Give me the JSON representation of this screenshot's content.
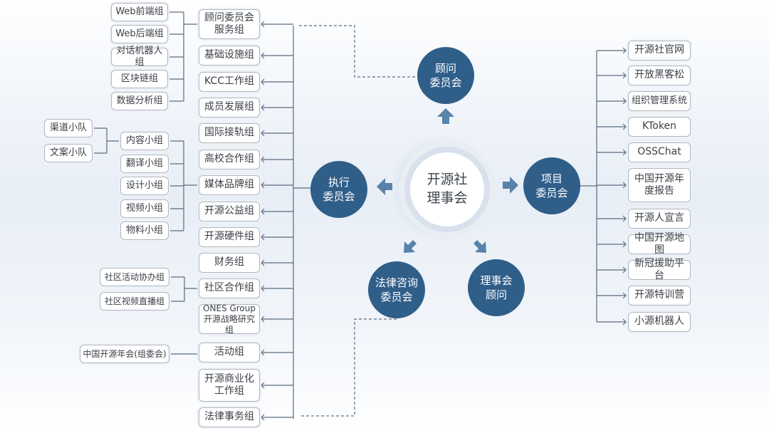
{
  "center": "开源社\n理事会",
  "committees": {
    "advisory": "顾问\n委员会",
    "executive": "执行\n委员会",
    "project": "项目\n委员会",
    "legal": "法律咨询\n委员会",
    "council_advisor": "理事会\n顾问"
  },
  "executive_groups": [
    "顾问委员会\n服务组",
    "基础设施组",
    "KCC工作组",
    "成员发展组",
    "国际接轨组",
    "高校合作组",
    "媒体品牌组",
    "开源公益组",
    "开源硬件组",
    "财务组",
    "社区合作组",
    "ONES Group\n开源战略研究组",
    "活动组",
    "开源商业化\n工作组",
    "法律事务组"
  ],
  "advisory_subgroups": [
    "Web前端组",
    "Web后端组",
    "对话机器人组",
    "区块链组",
    "数据分析组"
  ],
  "media_subgroups": [
    "内容小组",
    "翻译小组",
    "设计小组",
    "视频小组",
    "物料小组"
  ],
  "content_teams": [
    "渠道小队",
    "文案小队"
  ],
  "community_subgroups": [
    "社区活动协办组",
    "社区视频直播组"
  ],
  "event_subgroups": [
    "中国开源年会(组委会)"
  ],
  "projects": [
    "开源社官网",
    "开放黑客松",
    "组织管理系统",
    "KToken",
    "OSSChat",
    "中国开源年\n度报告",
    "开源人宣言",
    "中国开源地图",
    "新冠援助平台",
    "开源特训营",
    "小源机器人"
  ],
  "colors": {
    "committee": "#2f5e89",
    "box_border": "#aeb6c2",
    "line": "#5b6b80",
    "arrow_fill": "#3e6f9c"
  }
}
